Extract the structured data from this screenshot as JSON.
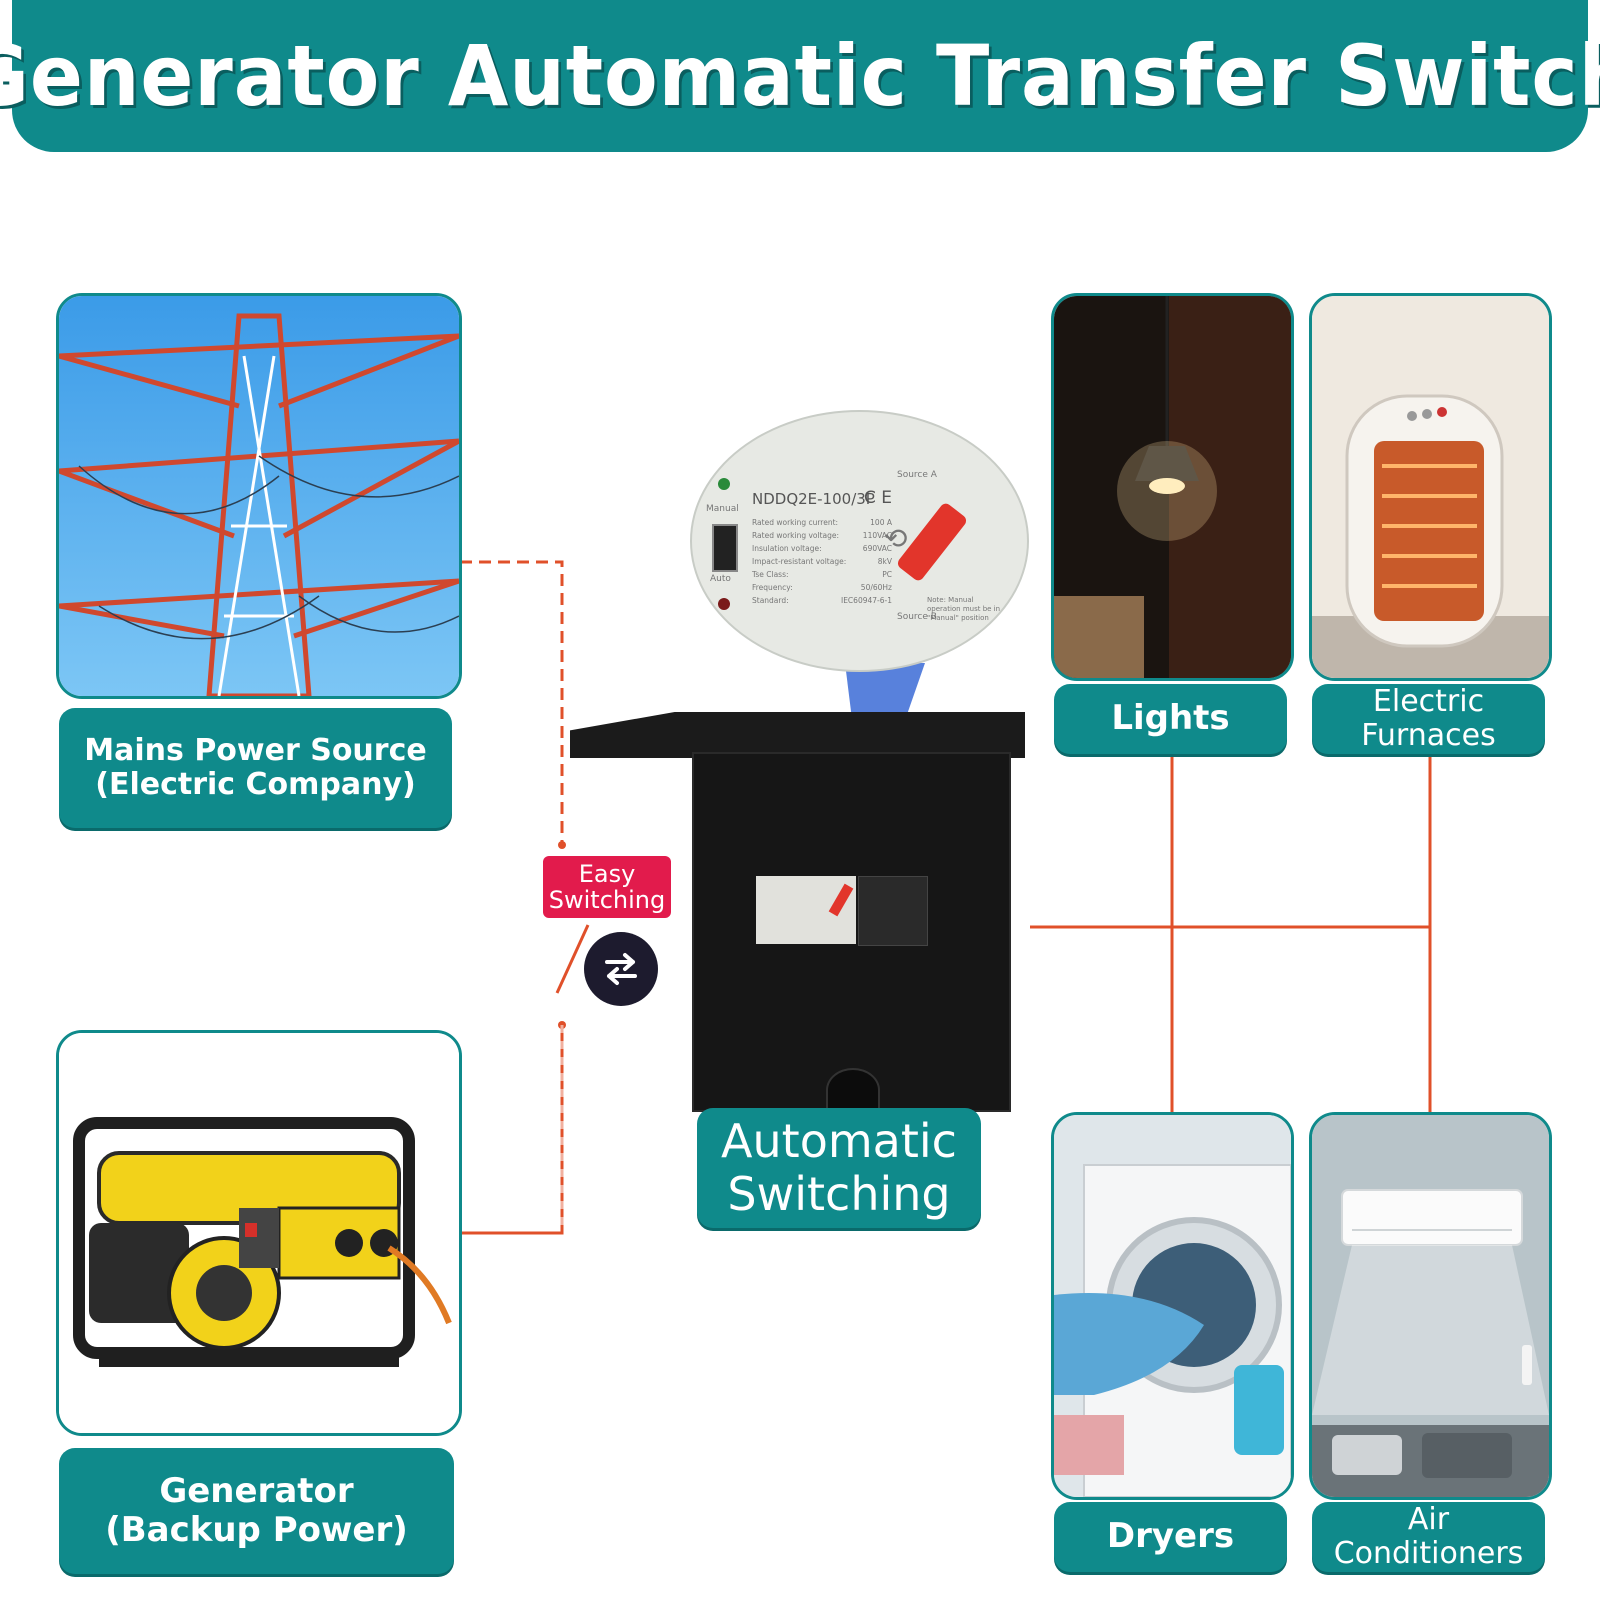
{
  "title": "Generator Automatic Transfer Switch",
  "sources": {
    "mains": {
      "line1": "Mains Power Source",
      "line2": "(Electric Company)"
    },
    "generator": {
      "line1": "Generator",
      "line2": "(Backup Power)"
    }
  },
  "switch_badge": {
    "line1": "Easy",
    "line2": "Switching"
  },
  "center": {
    "line1": "Automatic",
    "line2": "Switching"
  },
  "zoom_panel": {
    "model": "NDDQ2E-100/3P",
    "ce_mark": "C E",
    "source_a": "Source A",
    "source_b": "Source B",
    "manual_label": "Manual",
    "auto_label": "Auto",
    "specs": [
      {
        "k": "Rated working current:",
        "v": "100 A"
      },
      {
        "k": "Rated working voltage:",
        "v": "110VAC"
      },
      {
        "k": "Insulation voltage:",
        "v": "690VAC"
      },
      {
        "k": "Impact-resistant voltage:",
        "v": "8kV"
      },
      {
        "k": "Tse Class:",
        "v": "PC"
      },
      {
        "k": "Frequency:",
        "v": "50/60Hz"
      },
      {
        "k": "Standard:",
        "v": "IEC60947-6-1"
      }
    ],
    "note": "Note: Manual operation must be in \"Manual\" position"
  },
  "loads": [
    {
      "line1": "Lights",
      "line2": ""
    },
    {
      "line1": "Electric",
      "line2": "Furnaces"
    },
    {
      "line1": "Dryers",
      "line2": ""
    },
    {
      "line1": "Air",
      "line2": "Conditioners"
    }
  ],
  "colors": {
    "teal": "#0f8a8b",
    "wire": "#e0502a",
    "badge": "#e21b4c",
    "dark": "#1d1b2e"
  }
}
